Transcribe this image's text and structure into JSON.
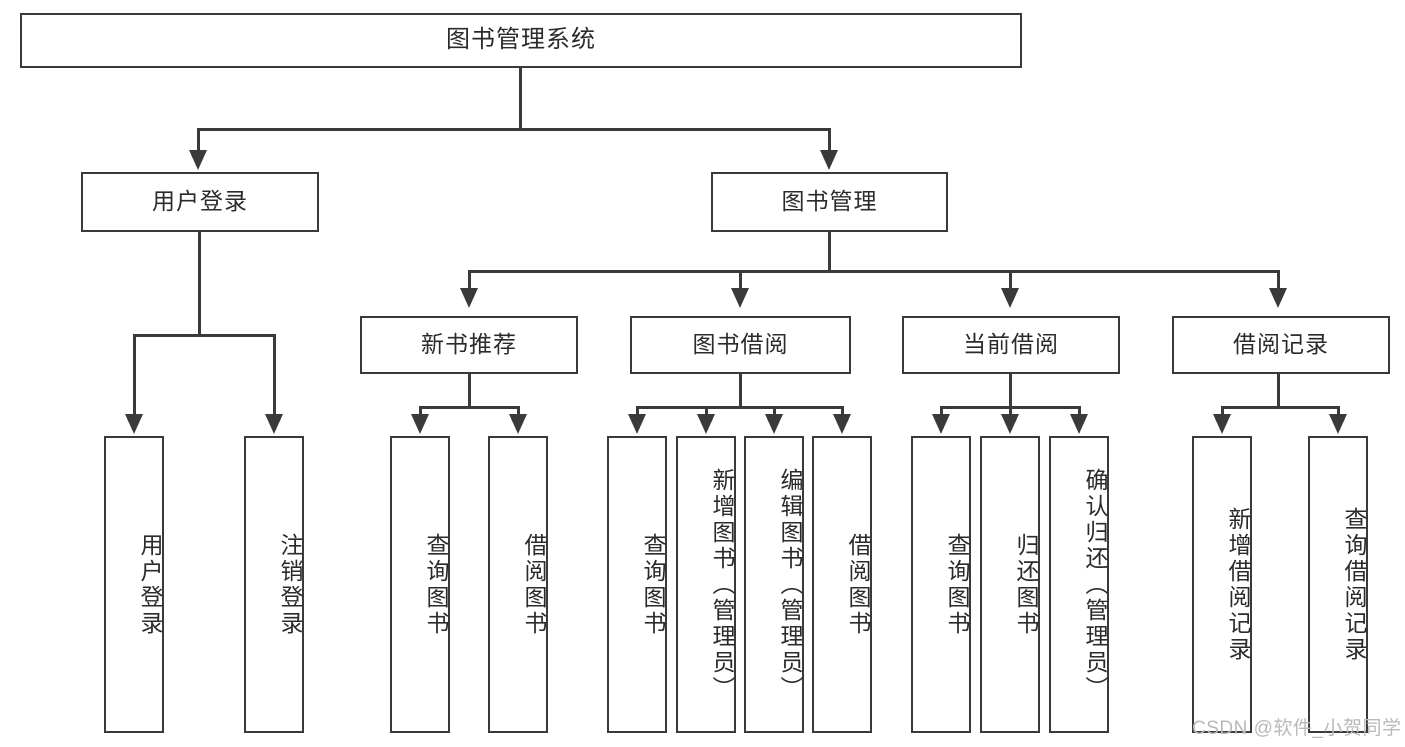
{
  "diagram": {
    "type": "tree",
    "title": "图书管理系统",
    "levels": 4,
    "root": {
      "label": "图书管理系统"
    },
    "level2": [
      {
        "label": "用户登录"
      },
      {
        "label": "图书管理"
      }
    ],
    "level3": [
      {
        "label": "新书推荐"
      },
      {
        "label": "图书借阅"
      },
      {
        "label": "当前借阅"
      },
      {
        "label": "借阅记录"
      }
    ],
    "leaves": {
      "user_login": [
        {
          "label": "用户登录"
        },
        {
          "label": "注销登录"
        }
      ],
      "new_book_recommend": [
        {
          "label": "查询图书"
        },
        {
          "label": "借阅图书"
        }
      ],
      "book_borrow": [
        {
          "label": "查询图书"
        },
        {
          "label": "新增图书（管理员）"
        },
        {
          "label": "编辑图书（管理员）"
        },
        {
          "label": "借阅图书"
        }
      ],
      "current_borrow": [
        {
          "label": "查询图书"
        },
        {
          "label": "归还图书"
        },
        {
          "label": "确认归还（管理员）"
        }
      ],
      "borrow_record": [
        {
          "label": "新增借阅记录"
        },
        {
          "label": "查询借阅记录"
        }
      ]
    }
  },
  "watermark": {
    "text": "CSDN @软件_小贺同学"
  },
  "colors": {
    "border": "#3a3a3a",
    "text": "#2b2b2b",
    "background": "#ffffff",
    "watermark": "#b9b9b9"
  }
}
